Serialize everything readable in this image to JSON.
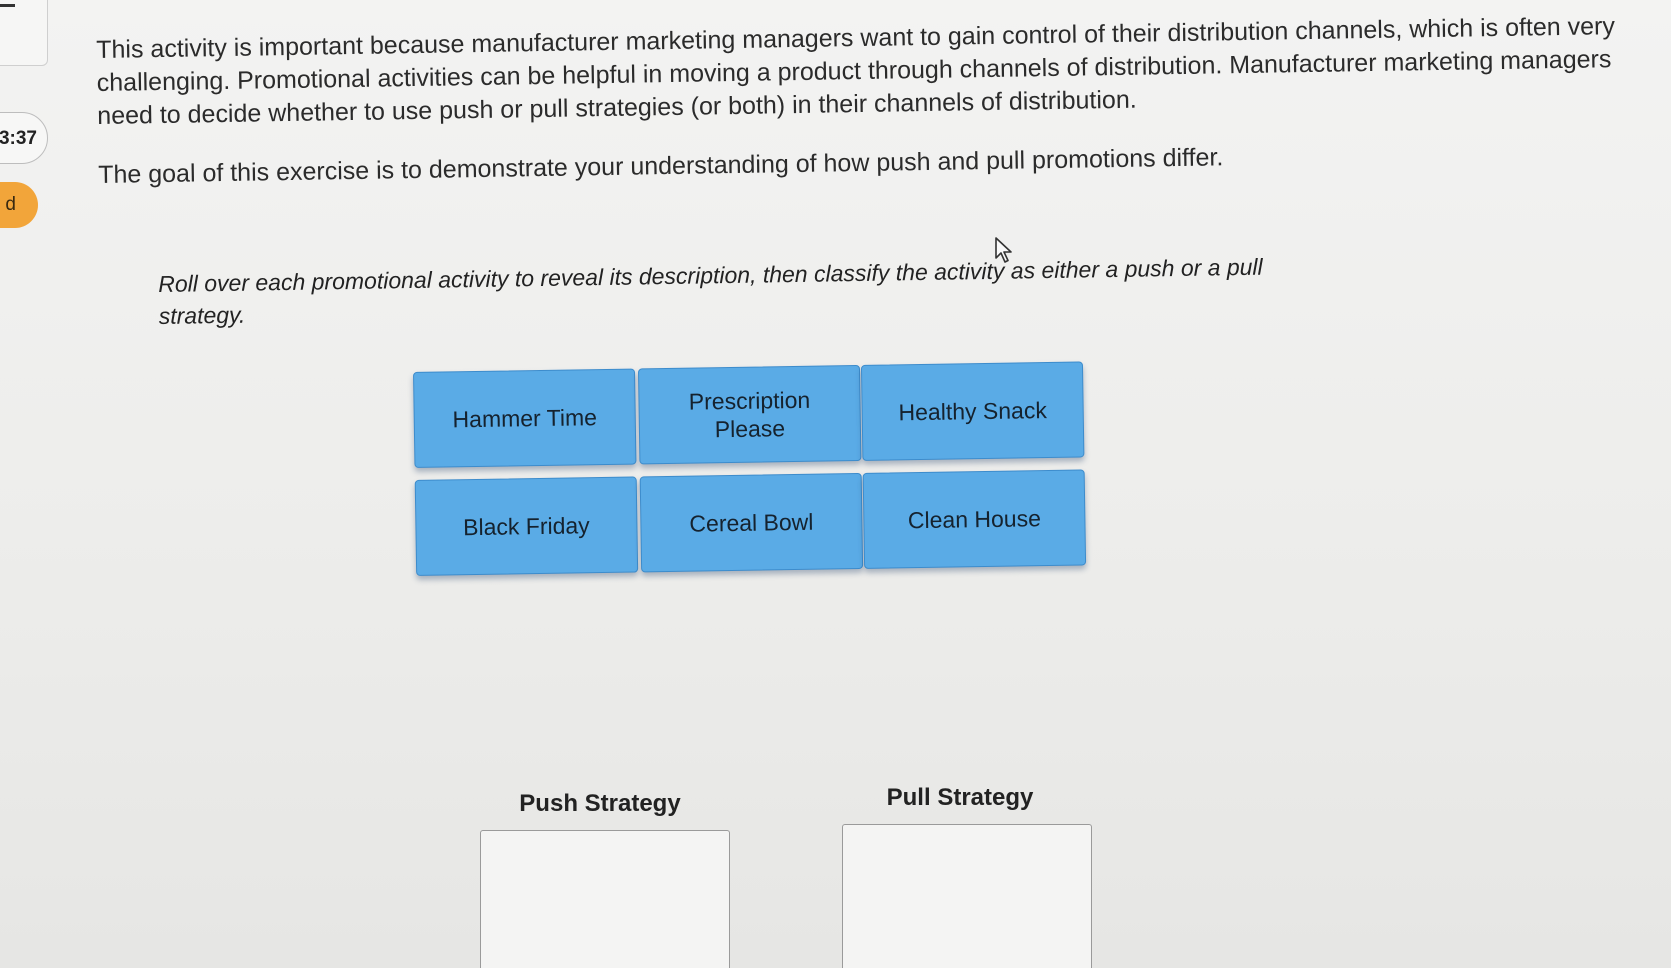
{
  "sidebar": {
    "timer_text": "3:37",
    "status_text": "d"
  },
  "intro": {
    "paragraph_1": "This activity is important because manufacturer marketing managers want to gain control of their distribution channels, which is often very challenging. Promotional activities can be helpful in moving a product through channels of distribution. Manufacturer marketing managers need to decide whether to use push or pull strategies (or both) in their channels of distribution.",
    "paragraph_2": "The goal of this exercise is to demonstrate your understanding of how push and pull promotions differ."
  },
  "instruction": "Roll over each promotional activity to reveal its description, then classify the activity as either a push or a pull strategy.",
  "activities": [
    {
      "label": "Hammer Time"
    },
    {
      "label": "Prescription Please"
    },
    {
      "label": "Healthy Snack"
    },
    {
      "label": "Black Friday"
    },
    {
      "label": "Cereal Bowl"
    },
    {
      "label": "Clean House"
    }
  ],
  "drop_zones": {
    "push_label": "Push Strategy",
    "pull_label": "Pull Strategy"
  },
  "colors": {
    "tile_fill": "#5aabe6",
    "tile_border": "#3d8ccc",
    "status_pill": "#f2a53a"
  }
}
